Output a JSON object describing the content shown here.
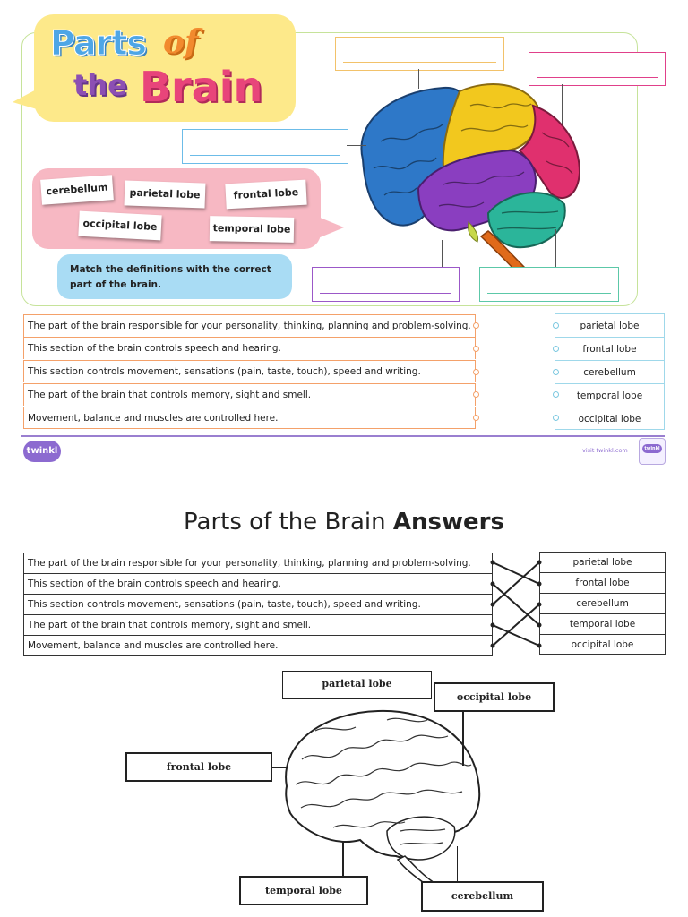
{
  "title": {
    "parts": "Parts",
    "of": "of",
    "the": "the",
    "brain": "Brain"
  },
  "word_cards": [
    "cerebellum",
    "parietal lobe",
    "frontal lobe",
    "occipital lobe",
    "temporal lobe"
  ],
  "instruction": "Match the definitions with the correct part of the brain.",
  "definitions": [
    "The part of the brain responsible for your personality, thinking, planning and problem-solving.",
    "This section of the brain controls speech and hearing.",
    "This section controls movement, sensations (pain, taste, touch), speed and writing.",
    "The part of the brain that controls memory, sight and smell.",
    "Movement, balance and muscles are controlled here."
  ],
  "parts": [
    "parietal lobe",
    "frontal lobe",
    "cerebellum",
    "temporal lobe",
    "occipital lobe"
  ],
  "footer": {
    "logo": "twinkl",
    "visit": "visit twinkl.com",
    "badge": "twinkl"
  },
  "answers": {
    "title_plain": "Parts of the Brain ",
    "title_bold": "Answers",
    "definitions": [
      "The part of the brain responsible for your personality, thinking, planning and problem-solving.",
      "This section of the brain controls speech and hearing.",
      "This section controls movement, sensations (pain, taste, touch), speed and writing.",
      "The part of the brain that controls memory, sight and smell.",
      "Movement, balance and muscles are controlled here."
    ],
    "parts": [
      "parietal lobe",
      "frontal lobe",
      "cerebellum",
      "temporal lobe",
      "occipital lobe"
    ],
    "labels": {
      "parietal": "parietal lobe",
      "occipital": "occipital lobe",
      "frontal": "frontal lobe",
      "temporal": "temporal lobe",
      "cerebellum": "cerebellum"
    }
  },
  "colors": {
    "frontal": "#2e78c8",
    "parietal": "#f2c81e",
    "occipital": "#e0306e",
    "temporal": "#8a3ec0",
    "cerebellum": "#2bb59a",
    "stem": "#e06a1a"
  }
}
